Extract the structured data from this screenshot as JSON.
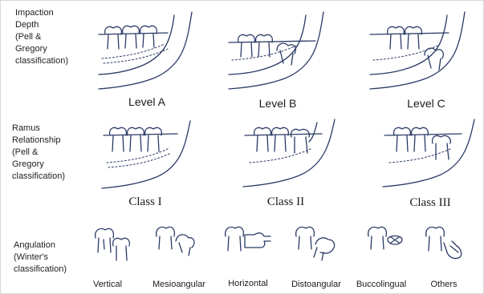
{
  "rows": [
    {
      "label": "Impaction\nDepth\n(Pell &\nGregory\nclassification)",
      "items": [
        "Level A",
        "Level B",
        "Level C"
      ]
    },
    {
      "label": "Ramus\nRelationship\n(Pell &\nGregory\nclassification)",
      "items": [
        "Class I",
        "Class II",
        "Class III"
      ]
    },
    {
      "label": "Angulation\n(Winter's\nclassification)",
      "items": [
        "Vertical",
        "Mesioangular",
        "Horizontal",
        "Distoangular",
        "Buccolingual",
        "Others"
      ]
    }
  ],
  "colors": {
    "ink": "#2b3a66",
    "text": "#1a1a1a"
  }
}
